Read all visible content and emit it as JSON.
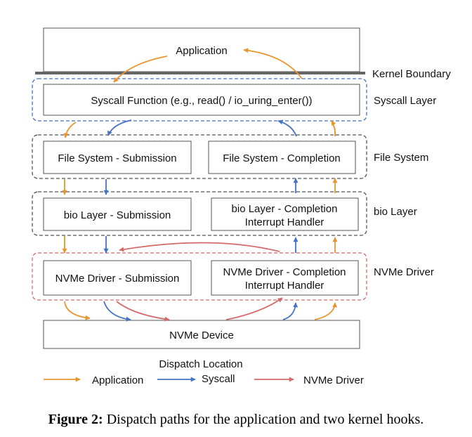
{
  "layers": {
    "application": "Application",
    "kernel_boundary": "Kernel Boundary",
    "syscall_function": "Syscall Function (e.g., read() / io_uring_enter())",
    "syscall_layer": "Syscall Layer",
    "fs_submission": "File System - Submission",
    "fs_completion": "File System - Completion",
    "file_system": "File System",
    "bio_submission": "bio Layer - Submission",
    "bio_completion_line1": "bio Layer - Completion",
    "bio_completion_line2": "Interrupt Handler",
    "bio_layer": "bio Layer",
    "nvme_submission": "NVMe Driver - Submission",
    "nvme_completion_line1": "NVMe Driver - Completion",
    "nvme_completion_line2": "Interrupt Handler",
    "nvme_driver": "NVMe Driver",
    "nvme_device": "NVMe Device"
  },
  "legend": {
    "title": "Dispatch Location",
    "application": "Application",
    "syscall": "Syscall",
    "nvme_driver": "NVMe Driver"
  },
  "colors": {
    "application": "#E8952F",
    "syscall": "#4472C4",
    "nvme_driver": "#D46A6A",
    "box_border": "#555555",
    "syscall_group_border": "#4472C4",
    "generic_group_border": "#555555",
    "nvme_group_border": "#D46A6A",
    "kernel_boundary": "#666666"
  },
  "caption": {
    "label": "Figure 2:",
    "text": " Dispatch paths for the application and two kernel hooks."
  }
}
